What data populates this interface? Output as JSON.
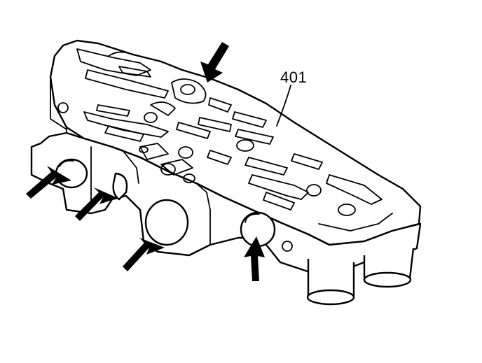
{
  "diagram": {
    "callout_label": "401",
    "colors": {
      "line": "#000000",
      "background": "#ffffff"
    },
    "arrows": [
      {
        "name": "top-arrow",
        "points_to": "top-passage"
      },
      {
        "name": "left-arrow-1",
        "points_to": "bore-1"
      },
      {
        "name": "left-arrow-2",
        "points_to": "bore-2"
      },
      {
        "name": "left-arrow-3",
        "points_to": "bore-3"
      },
      {
        "name": "bottom-arrow",
        "points_to": "bore-4"
      }
    ]
  }
}
